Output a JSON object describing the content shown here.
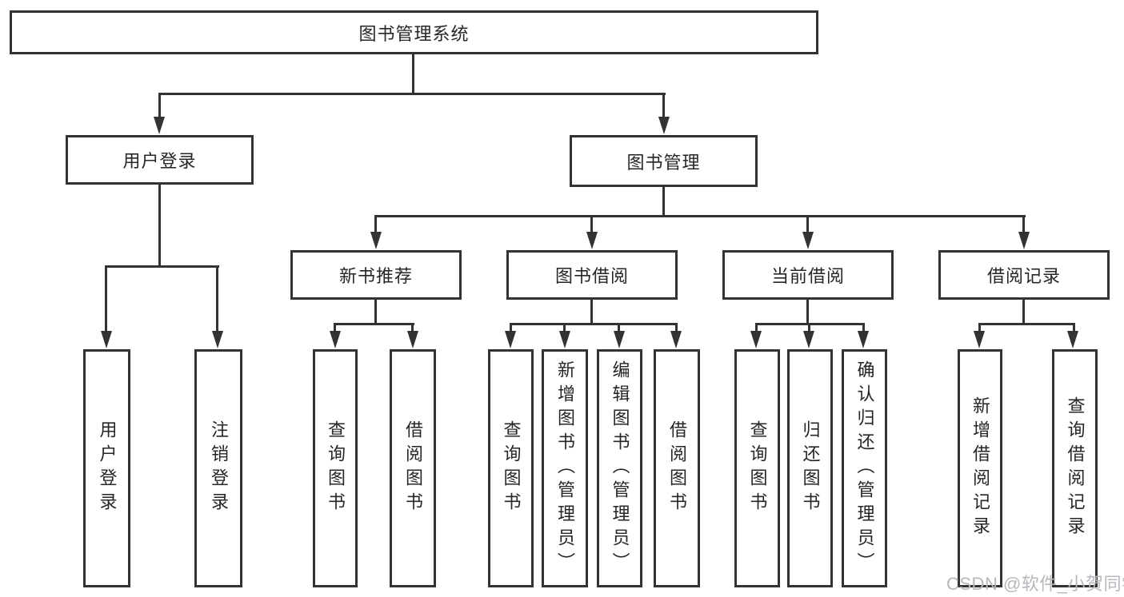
{
  "diagram": {
    "root_label": "图书管理系统",
    "level2": [
      {
        "label": "用户登录"
      },
      {
        "label": "图书管理"
      }
    ],
    "level3": [
      {
        "label": "新书推荐"
      },
      {
        "label": "图书借阅"
      },
      {
        "label": "当前借阅"
      },
      {
        "label": "借阅记录"
      }
    ],
    "leaves": [
      {
        "label": "用户登录"
      },
      {
        "label": "注销登录"
      },
      {
        "label": "查询图书"
      },
      {
        "label": "借阅图书"
      },
      {
        "label": "查询图书"
      },
      {
        "label": "新增图书（管理员）"
      },
      {
        "label": "编辑图书（管理员）"
      },
      {
        "label": "借阅图书"
      },
      {
        "label": "查询图书"
      },
      {
        "label": "归还图书"
      },
      {
        "label": "确认归还（管理员）"
      },
      {
        "label": "新增借阅记录"
      },
      {
        "label": "查询借阅记录"
      }
    ],
    "watermark": "CSDN @软件_小贺同学",
    "colors": {
      "line": "#333333",
      "text": "#262626",
      "watermark": "#b5b8bc",
      "background": "#ffffff"
    }
  }
}
